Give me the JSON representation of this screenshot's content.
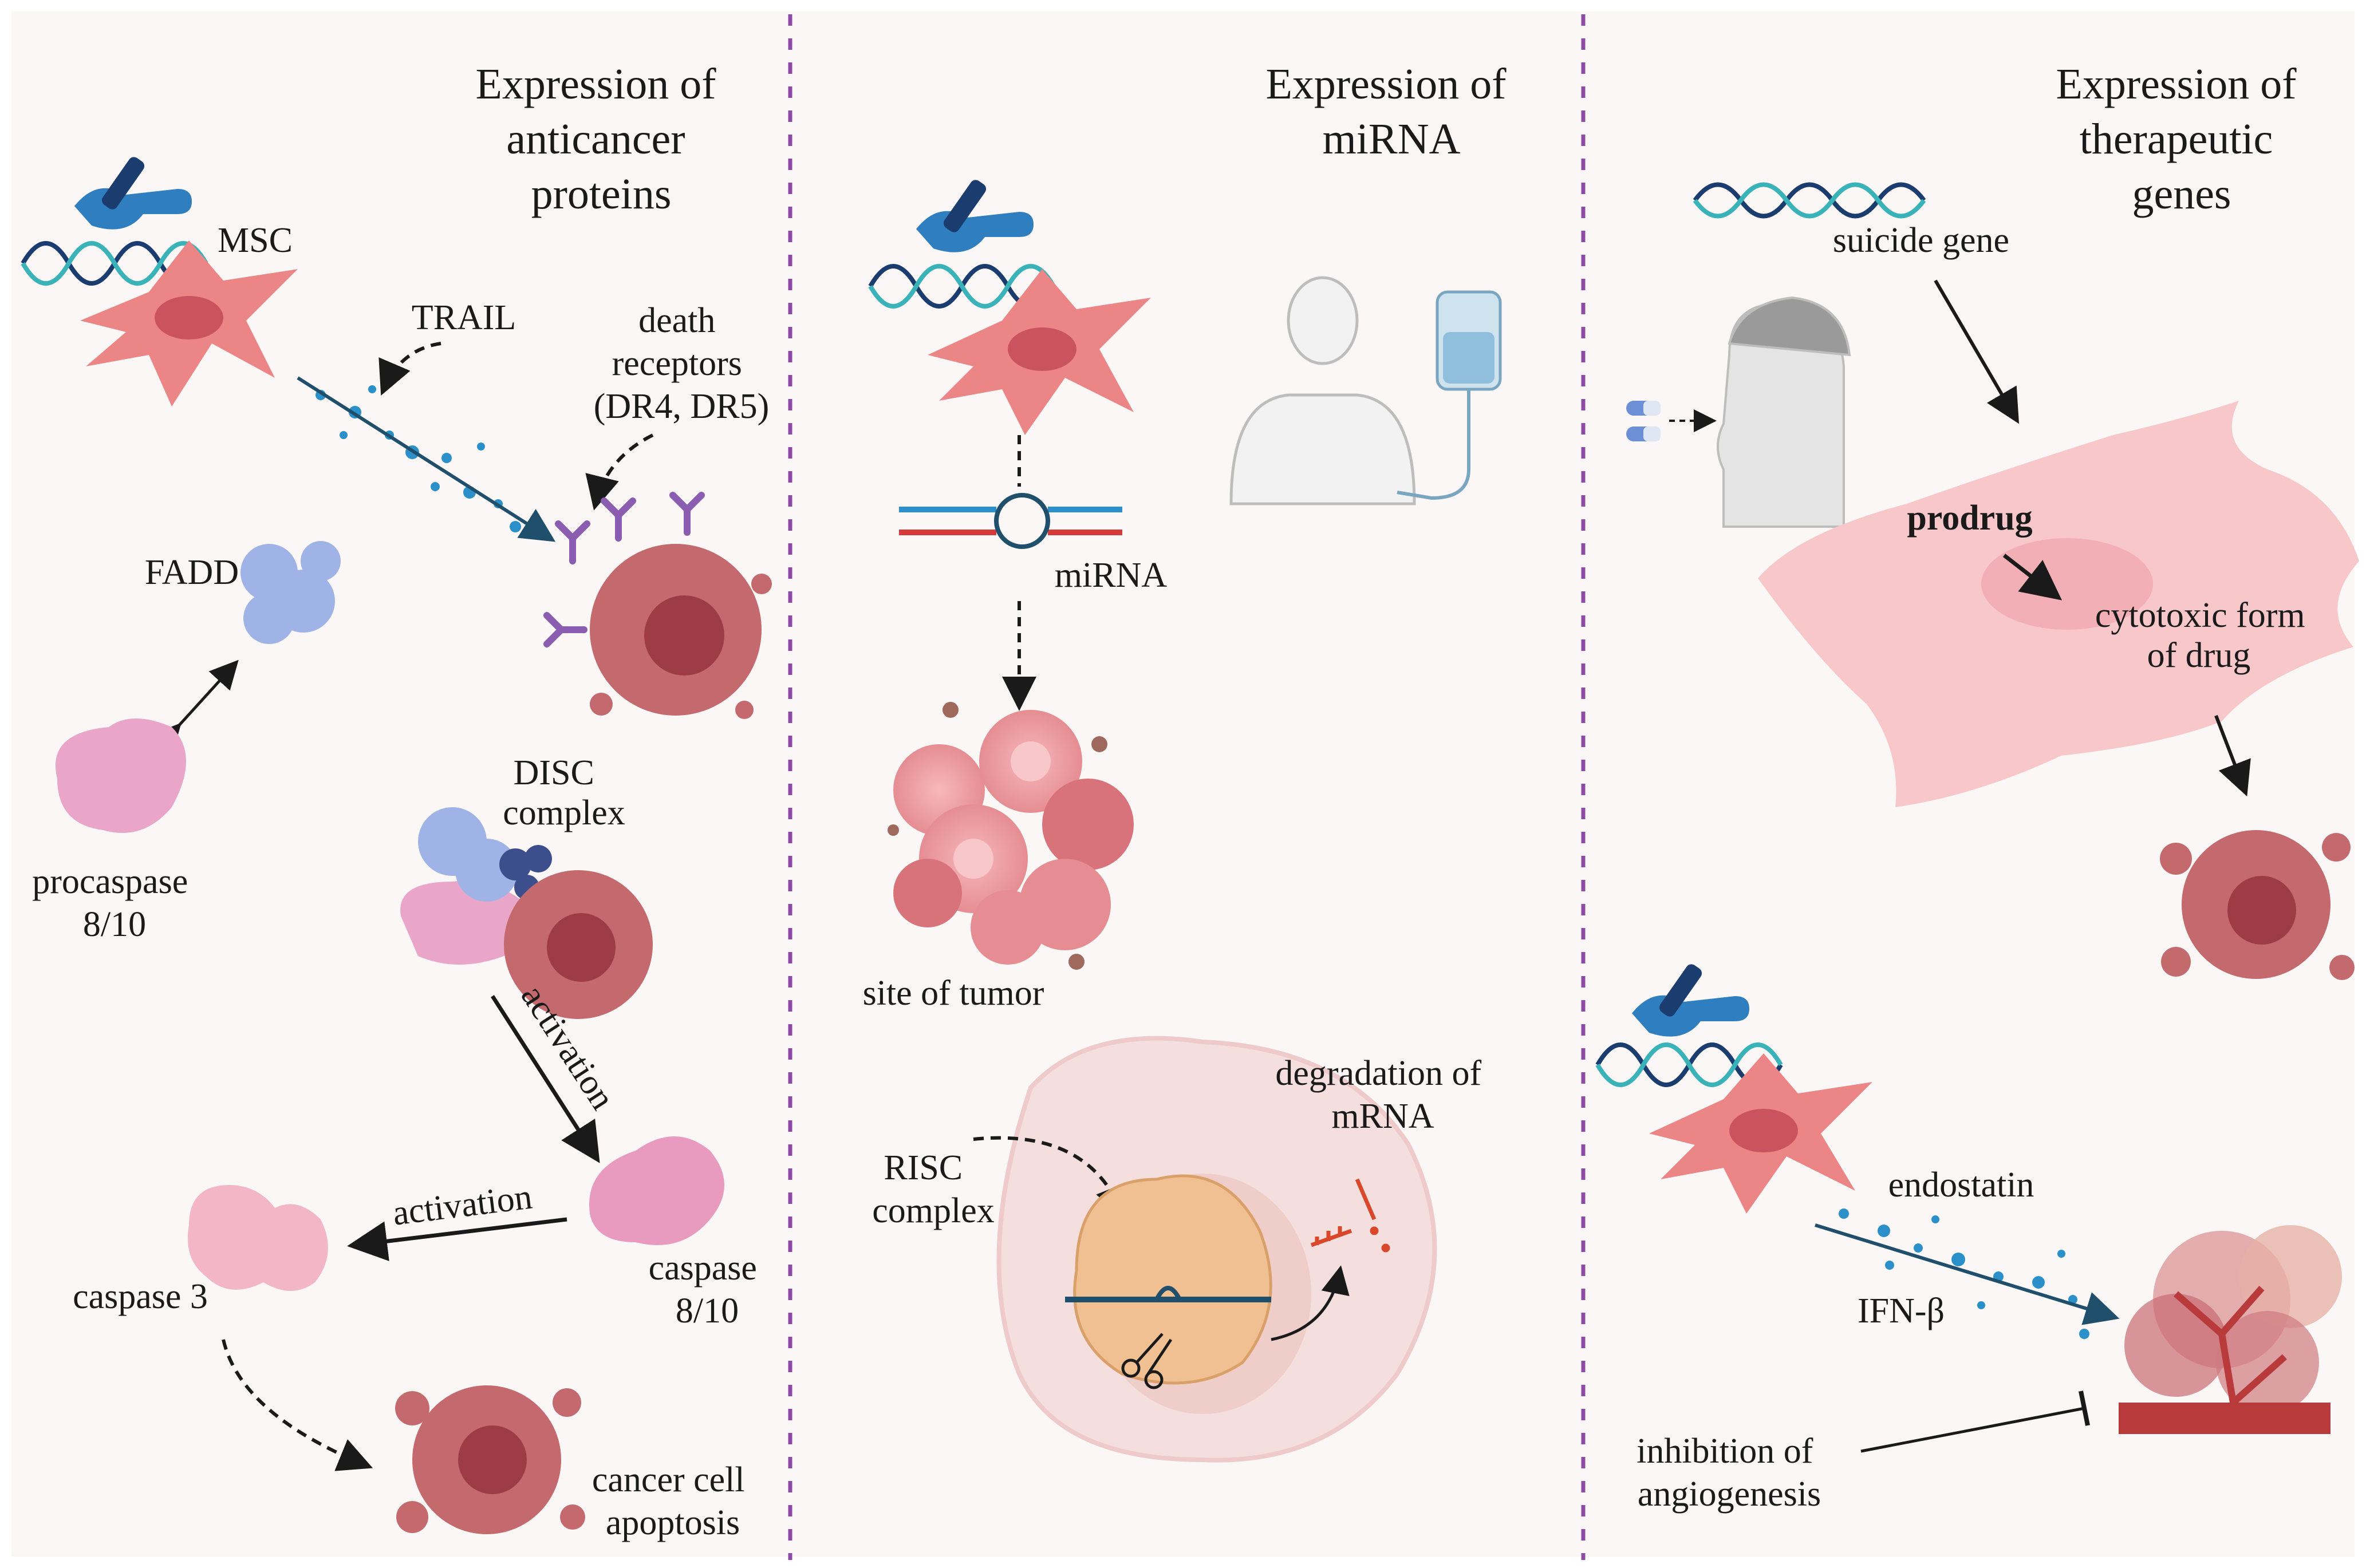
{
  "panels": [
    {
      "title": [
        "Expression of",
        "anticancer",
        "proteins"
      ],
      "labels": {
        "msc": "MSC",
        "trail": "TRAIL",
        "death_receptors": [
          "death",
          "receptors",
          "(DR4, DR5)"
        ],
        "fadd": "FADD",
        "procaspase": [
          "procaspase",
          "8/10"
        ],
        "disc": [
          "DISC",
          "complex"
        ],
        "activation_diag": "activation",
        "activation_horiz": "activation",
        "caspase810": [
          "caspase",
          "8/10"
        ],
        "caspase3": "caspase 3",
        "apoptosis": [
          "cancer cell",
          "apoptosis"
        ]
      }
    },
    {
      "title": [
        "Expression of",
        "miRNA"
      ],
      "labels": {
        "mirna": "miRNA",
        "tumor_site": "site of tumor",
        "risc": [
          "RISC",
          "complex"
        ],
        "degradation": [
          "degradation of",
          "mRNA"
        ]
      }
    },
    {
      "title": [
        "Expression of",
        "therapeutic",
        "genes"
      ],
      "labels": {
        "suicide_gene": "suicide gene",
        "prodrug": "prodrug",
        "cytotoxic": [
          "cytotoxic form",
          "of drug"
        ],
        "endostatin": "endostatin",
        "ifn": "IFN-β",
        "inhibition": [
          "inhibition of",
          "angiogenesis"
        ]
      }
    }
  ],
  "colors": {
    "background": "#fbf7f6",
    "divider": "#8e4ba6",
    "msc_cell": "#ec8686",
    "cancer_cell": "#c46a6e",
    "cancer_nucleus": "#9e3c46",
    "receptor": "#8a5db0",
    "fadd": "#9fb3e6",
    "procaspase": "#e9a6c8",
    "caspase3": "#f2b6c6",
    "dots": "#2b90c9",
    "arrow": "#1f4f6b",
    "dna_navy": "#1b3c6e",
    "dna_teal": "#3ab3b8",
    "big_cell": "#f7c7ca",
    "risc": "#f0c092",
    "vessel": "#b83a3a"
  },
  "icons": [
    "gene-editing-icon",
    "dna-helix-icon",
    "msc-cell-icon",
    "cancer-cell-icon",
    "human-figure-icon",
    "iv-bag-icon",
    "pill-icon",
    "scissors-icon",
    "blood-vessel-icon",
    "tumor-cluster-icon"
  ]
}
